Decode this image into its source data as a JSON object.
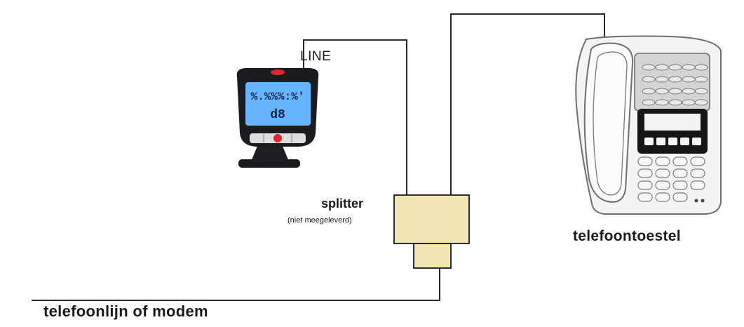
{
  "labels": {
    "line_port": "LINE",
    "splitter": "splitter",
    "splitter_note": "(niet meegeleverd)",
    "phone": "telefoontoestel",
    "wall_line": "telefoonlijn of modem"
  },
  "device_display": {
    "top_row": "%.%%%:%'",
    "bottom_row": "d8"
  },
  "colors": {
    "cable": "#111111",
    "splitter_fill": "#f1e5b3",
    "splitter_stroke": "#1a1a1a",
    "device_body": "#1c1c20",
    "device_screen": "#66b6ff",
    "indicator_red": "#e0262c",
    "phone_body": "#f4f4f4",
    "phone_outline": "#6e6e6e"
  },
  "icons": {
    "device": "caller-id-display-icon",
    "phone": "desk-telephone-icon"
  }
}
